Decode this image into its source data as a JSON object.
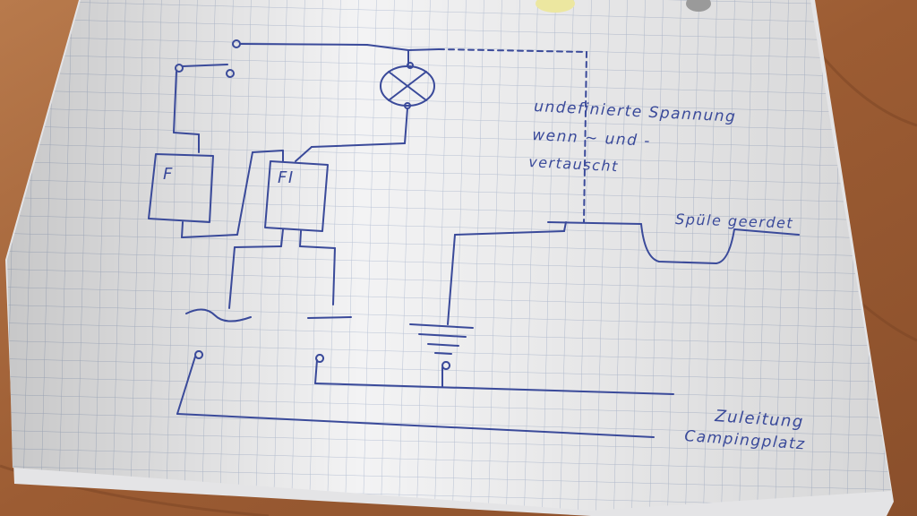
{
  "annotations": {
    "undefined_voltage_line1": "undefinierte Spannung",
    "undefined_voltage_line2": "wenn ~ und -",
    "undefined_voltage_line3": "vertauscht",
    "sink_grounded": "Spüle geerdet",
    "supply_line1": "Zuleitung",
    "supply_line2": "Campingplatz"
  },
  "components": {
    "fuse_left_label": "F",
    "fuse_right_label": "FI"
  },
  "colors": {
    "ink": "#3a4a9a",
    "paper": "#f3f3f4",
    "grid": "#b9c3d6",
    "table": "#a8663a"
  }
}
